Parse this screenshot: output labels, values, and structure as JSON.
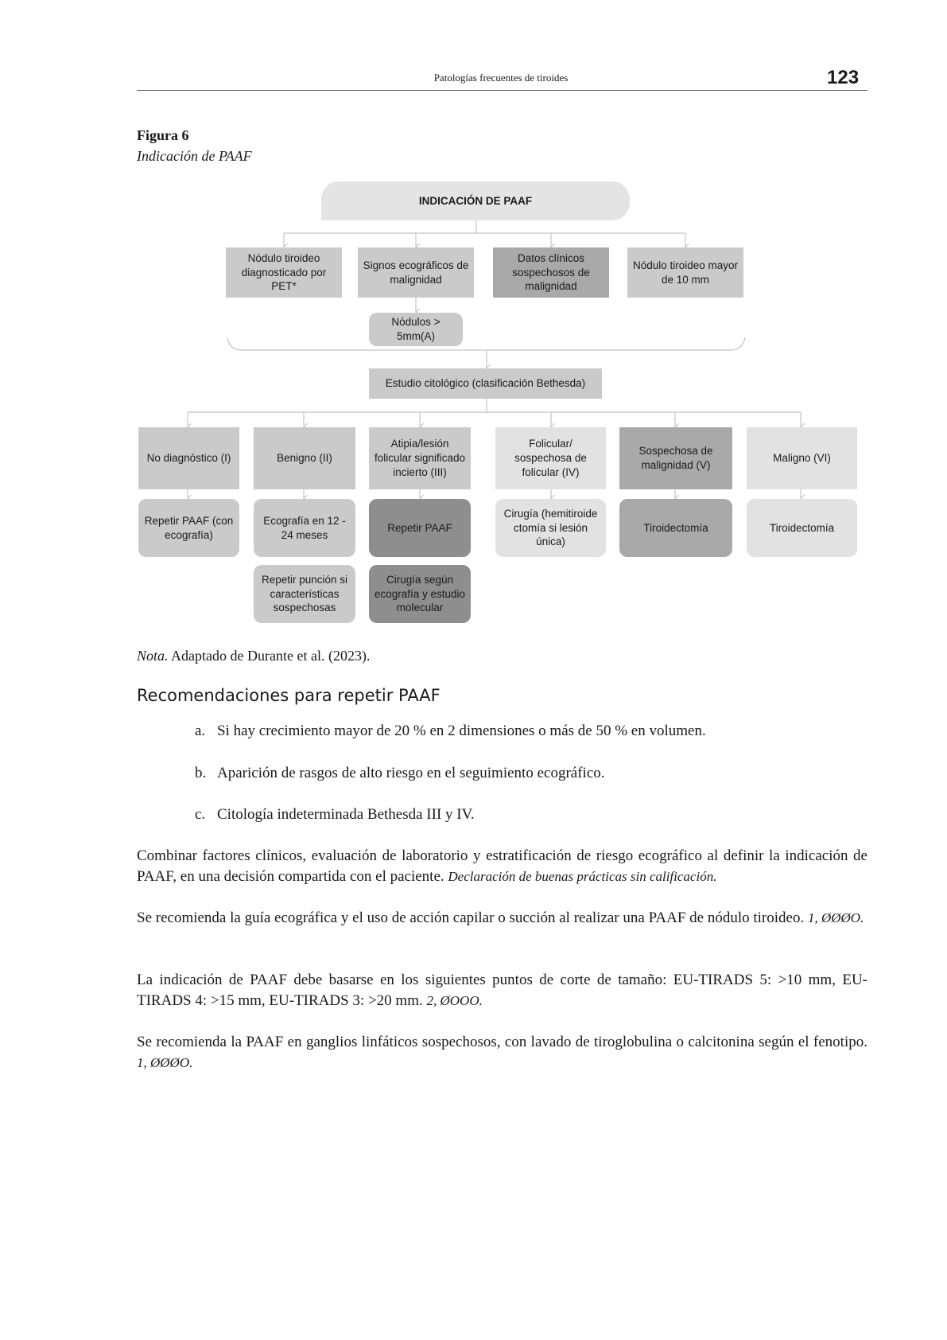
{
  "header": {
    "running_title": "Patologías frecuentes de tiroides",
    "page_number": "123"
  },
  "figure": {
    "label": "Figura 6",
    "subtitle": "Indicación de PAAF",
    "root": "INDICACIÓN DE PAAF",
    "criteria": [
      "Nódulo tiroideo diagnosticado por PET*",
      "Signos ecográficos de malignidad",
      "Datos clínicos sospechosos de malignidad",
      "Nódulo tiroideo mayor de 10 mm"
    ],
    "sub_criterion": "Nódulos > 5mm(A)",
    "study": "Estudio citológico (clasificación Bethesda)",
    "categories": [
      "No diagnóstico (I)",
      "Benigno (II)",
      "Atipia/lesión folicular significado incierto (III)",
      "Folicular/ sospechosa de folicular (IV)",
      "Sospechosa de malignidad (V)",
      "Maligno (VI)"
    ],
    "actions": [
      "Repetir PAAF (con ecografía)",
      "Ecografía en 12 - 24 meses",
      "Repetir PAAF",
      "Cirugía (hemitiroide ctomía si lesión única)",
      "Tiroidectomía",
      "Tiroidectomía"
    ],
    "actions_secondary": [
      "Repetir punción si características sospechosas",
      "Cirugía según ecografía y estudio molecular"
    ]
  },
  "note": {
    "label": "Nota.",
    "text": " Adaptado de Durante et al. (2023)."
  },
  "section": {
    "heading": "Recomendaciones para repetir PAAF",
    "items": [
      {
        "label": "a.",
        "text": "Si hay crecimiento mayor de 20 % en 2 dimensiones o más de 50 % en volumen."
      },
      {
        "label": "b.",
        "text": "Aparición de rasgos de alto riesgo en el seguimiento ecográfico."
      },
      {
        "label": "c.",
        "text": "Citología indeterminada Bethesda III y IV."
      }
    ]
  },
  "paragraphs": [
    {
      "text": "Combinar factores clínicos, evaluación de laboratorio y estratificación de riesgo ecográfico al definir la indicación de PAAF, en una decisión compartida con el paciente. ",
      "grade": "Declaración de buenas prácticas sin calificación."
    },
    {
      "text": "Se recomienda la guía ecográfica y el uso de acción capilar o succión al realizar una PAAF de nódulo tiroideo. ",
      "grade": "1, ØØØO."
    },
    {
      "text": "La indicación de PAAF debe basarse en los siguientes puntos de corte de tamaño: EU-TIRADS 5: >10 mm, EU-TIRADS 4: >15 mm, EU-TIRADS 3: >20 mm. ",
      "grade": "2, ØOOO."
    },
    {
      "text": "Se recomienda la PAAF en ganglios linfáticos sospechosos, con lavado de tiroglobulina o calcitonina según el fenotipo. ",
      "grade": "1, ØØØO."
    }
  ]
}
